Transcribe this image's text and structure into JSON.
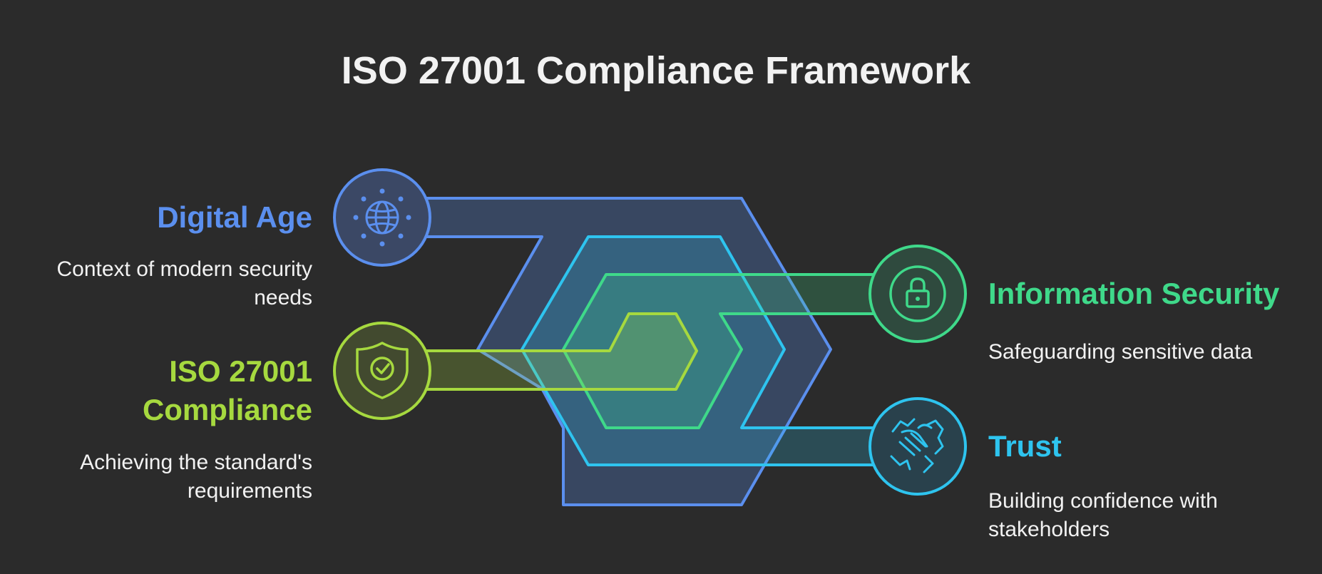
{
  "title": "ISO 27001 Compliance Framework",
  "colors": {
    "background": "#2b2b2b",
    "digital_age": "#5b8fee",
    "iso_compliance": "#a6d93f",
    "information_security": "#3fd98a",
    "trust": "#2ec4ef"
  },
  "items": [
    {
      "key": "digital_age",
      "label": "Digital Age",
      "description": "Context of modern security needs",
      "icon": "globe-icon",
      "color": "#5b8fee"
    },
    {
      "key": "iso_compliance",
      "label": "ISO 27001 Compliance",
      "description": "Achieving the standard's requirements",
      "icon": "shield-check-icon",
      "color": "#a6d93f"
    },
    {
      "key": "information_security",
      "label": "Information Security",
      "description": "Safeguarding sensitive data",
      "icon": "lock-icon",
      "color": "#3fd98a"
    },
    {
      "key": "trust",
      "label": "Trust",
      "description": "Building confidence with stakeholders",
      "icon": "handshake-icon",
      "color": "#2ec4ef"
    }
  ]
}
